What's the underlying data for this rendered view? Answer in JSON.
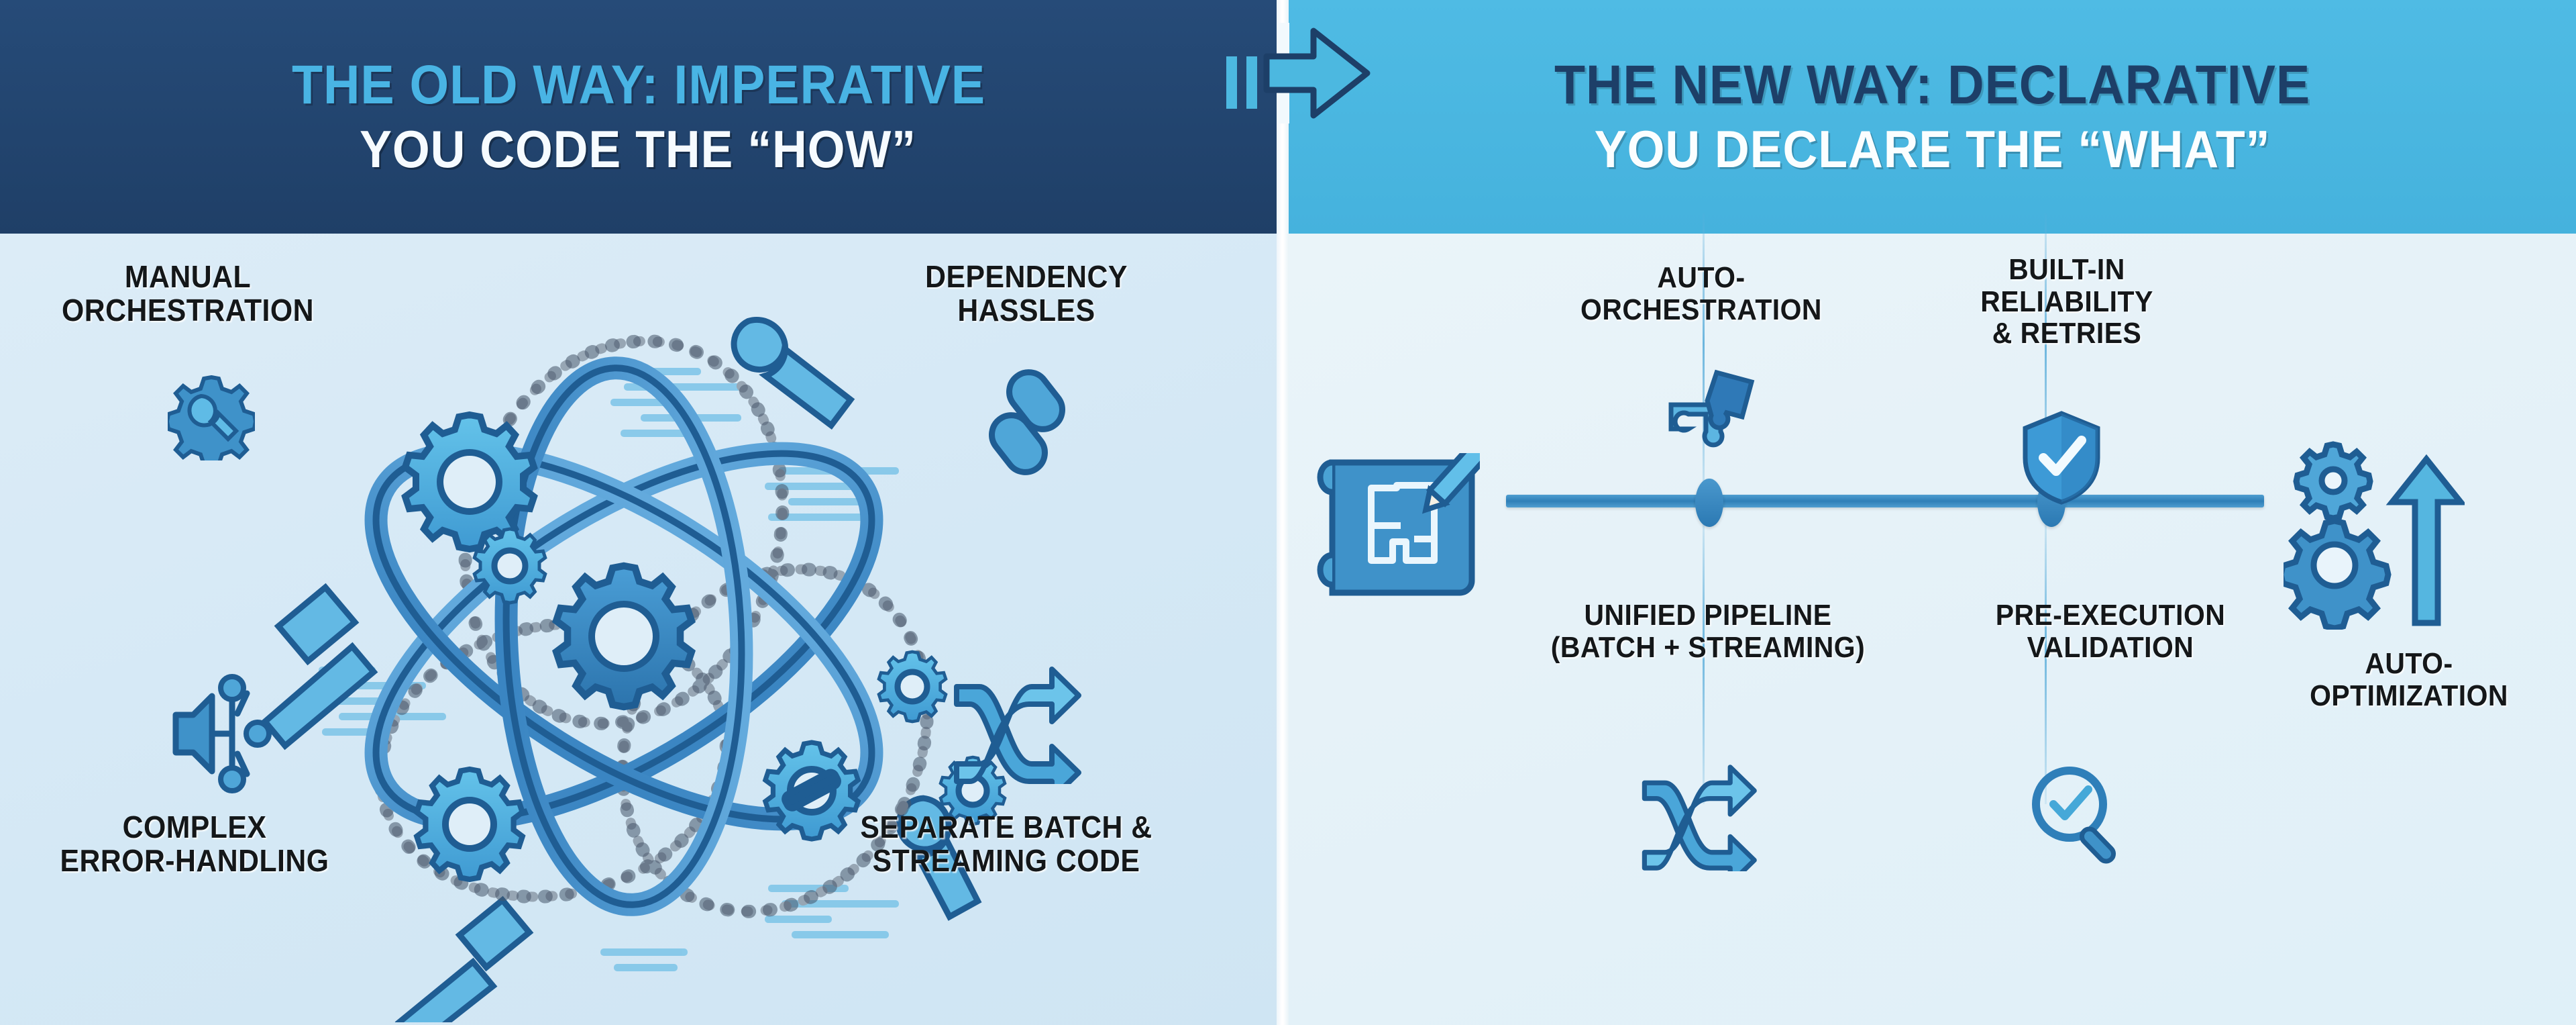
{
  "meta": {
    "title": "The Old Way: Imperative vs The New Way: Declarative",
    "layout": "two-panel comparison infographic"
  },
  "colors": {
    "header_left_bg": "#22446e",
    "header_right_bg": "#4cb8e0",
    "header_left_accent": "#49b4e4",
    "header_navy_text": "#1d3f68",
    "body_left_bg": "#d6e9f5",
    "body_right_bg": "#e6f2f8",
    "icon_blue_dark": "#2b6ea8",
    "icon_blue_mid": "#3f92c9",
    "icon_blue_light": "#55b6e0",
    "label_text": "#141719",
    "white": "#ffffff"
  },
  "left": {
    "header": {
      "line1": "THE OLD WAY: IMPERATIVE",
      "line2": "YOU CODE THE “HOW”"
    },
    "labels": [
      {
        "id": "manual-orchestration",
        "lines": [
          "MANUAL",
          "ORCHESTRATION"
        ],
        "icon": "gear-wrench-icon"
      },
      {
        "id": "dependency-hassles",
        "lines": [
          "DEPENDENCY",
          "HASSLES"
        ],
        "icon": "chain-link-icon"
      },
      {
        "id": "complex-error-handling",
        "lines": [
          "COMPLEX",
          "ERROR-HANDLING"
        ],
        "icon": "branching-nodes-icon"
      },
      {
        "id": "separate-batch-streaming",
        "lines": [
          "SEPARATE BATCH &",
          "STREAMING CODE"
        ],
        "icon": "shuffle-arrows-icon"
      }
    ],
    "illustration": {
      "name": "tangled-gears-chains-orbits-illustration",
      "elements": [
        "orbit-loops",
        "gears",
        "chains",
        "wrench",
        "hammer",
        "code-lines"
      ]
    }
  },
  "right": {
    "header": {
      "line1": "THE NEW WAY: DECLARATIVE",
      "line2": "YOU DECLARE THE “WHAT”"
    },
    "labels": [
      {
        "id": "auto-orchestration",
        "lines": [
          "AUTO-",
          "ORCHESTRATION"
        ],
        "icon": "puzzle-pieces-icon"
      },
      {
        "id": "built-in-reliability",
        "lines": [
          "BUILT-IN",
          "RELIABILITY",
          "& RETRIES"
        ],
        "icon": "shield-check-icon"
      },
      {
        "id": "unified-pipeline",
        "lines": [
          "UNIFIED PIPELINE",
          "(BATCH + STREAMING)"
        ],
        "icon": "shuffle-arrows-icon"
      },
      {
        "id": "pre-execution-validation",
        "lines": [
          "PRE-EXECUTION",
          "VALIDATION"
        ],
        "icon": "magnifier-check-icon"
      },
      {
        "id": "auto-optimization",
        "lines": [
          "AUTO-",
          "OPTIMIZATION"
        ],
        "icon": "gears-up-arrow-icon"
      }
    ],
    "pipeline": {
      "name": "unified-pipeline-bar",
      "start_icon": "blueprint-pencil-icon",
      "end_icon": "gears-up-arrow-icon",
      "node_count": 2
    }
  },
  "transition": {
    "icon": "right-arrow-icon",
    "motion_bars": 2
  }
}
